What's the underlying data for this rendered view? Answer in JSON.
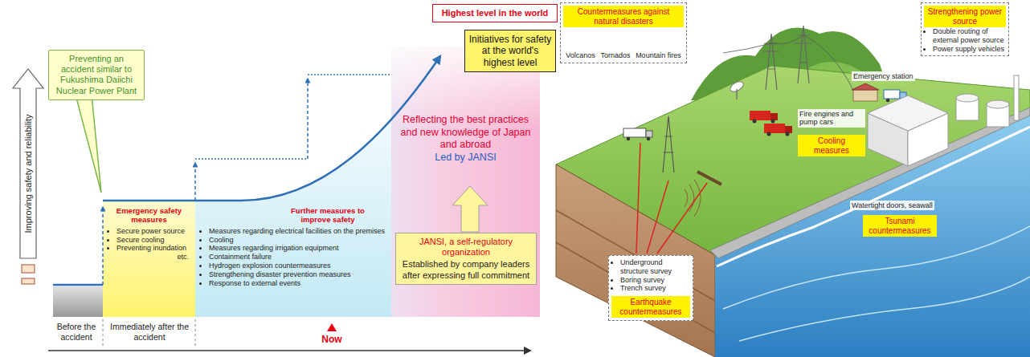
{
  "diagram": {
    "nodes": [
      {
        "text": [
          "Highest level in the world"
        ]
      },
      {
        "text": [
          "Preventing an accident similar to Fukushima Daiichi Nuclear Power Plant"
        ]
      },
      {
        "text": [
          "Emergency safety measures",
          "Secure power source",
          "Secure cooling",
          "Preventing inundation",
          "etc."
        ]
      },
      {
        "text": [
          "Further measures to improve safety",
          "Measures regarding electrical facilities on the premises",
          "Cooling",
          "Measures regarding irrigation equipment",
          "Containment failure",
          "Hydrogen explosion countermeasures",
          "Strengthening disaster prevention measures",
          "Response to external events"
        ]
      },
      {
        "text": [
          "Initiatives for safety at the world's highest level"
        ]
      },
      {
        "text": [
          "Reflecting the best practices and new knowledge of Japan and abroad",
          "Led by JANSI"
        ]
      },
      {
        "text": [
          "JANSI, a self-regulatory organization",
          "Established by company leaders after expressing full commitment"
        ],
        "in": 5
      },
      {
        "text": [
          "Volcanos",
          "Tornados",
          "Mountain fires"
        ]
      },
      {
        "text": [
          "Countermeasures against natural disasters"
        ],
        "in": 7
      },
      {
        "text": [
          "Double routing of external power source",
          "Power supply vehicles"
        ]
      },
      {
        "text": [
          "Strengthening power source"
        ],
        "in": 9
      },
      {
        "text": [
          "Cooling measures"
        ]
      },
      {
        "text": [
          "Tsunami countermeasures"
        ]
      },
      {
        "text": [
          "Underground structure survey",
          "Boring survey",
          "Trench survey"
        ]
      },
      {
        "text": [
          "Earthquake countermeasures"
        ],
        "in": 13
      }
    ],
    "labels": [
      "Improving safety and reliability",
      "Before the accident",
      "Immediately after the accident",
      "Now",
      "Emergency station",
      "Fire engines and pump cars",
      "Watertight doors, seawall"
    ]
  }
}
